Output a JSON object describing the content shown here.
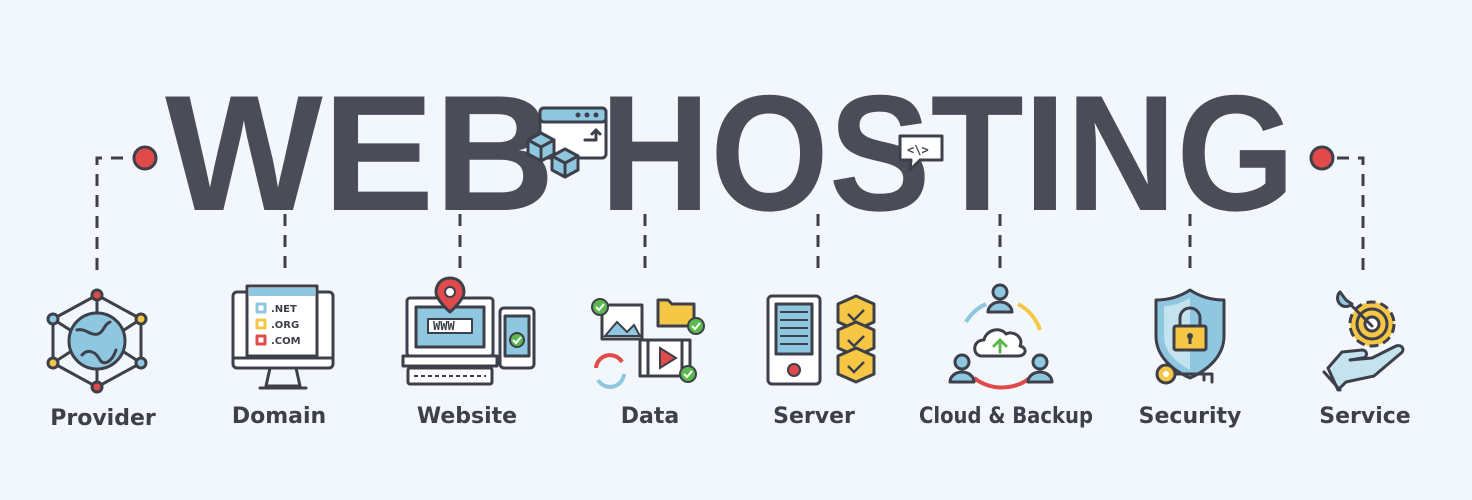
{
  "banner": {
    "title_left": "WEB",
    "title_right": "HOSTING",
    "colors": {
      "background": "#f2f7fb",
      "text": "#4a4d57",
      "accent_red": "#e04a4a",
      "accent_blue": "#8ec7df",
      "accent_yellow": "#f6c744",
      "accent_green": "#5bb84c"
    },
    "code_tag": "<\\>",
    "items": [
      {
        "label": "Provider",
        "icon": "network-globe-icon"
      },
      {
        "label": "Domain",
        "icon": "monitor-domain-icon",
        "domains": [
          ".NET",
          ".ORG",
          ".COM"
        ]
      },
      {
        "label": "Website",
        "icon": "computer-website-icon",
        "screen_text": "WWW"
      },
      {
        "label": "Data",
        "icon": "data-media-icon"
      },
      {
        "label": "Server",
        "icon": "server-rack-icon"
      },
      {
        "label": "Cloud & Backup",
        "icon": "cloud-backup-icon"
      },
      {
        "label": "Security",
        "icon": "shield-lock-icon"
      },
      {
        "label": "Service",
        "icon": "hand-gear-icon"
      }
    ]
  }
}
